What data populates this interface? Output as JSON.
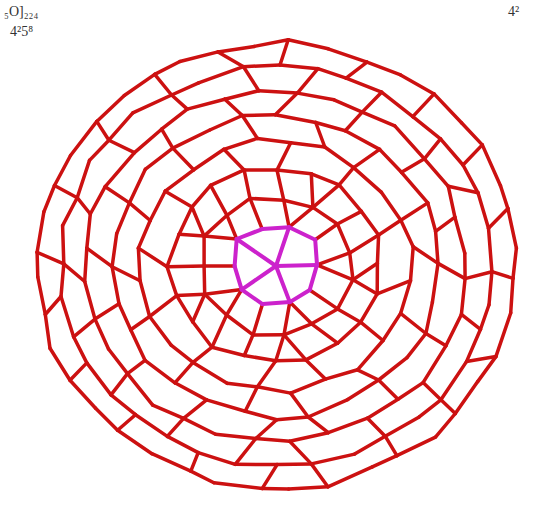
{
  "diagram": {
    "labels": [
      "₅O]₂₂₄",
      "4²5⁸",
      "4²"
    ]
  }
}
